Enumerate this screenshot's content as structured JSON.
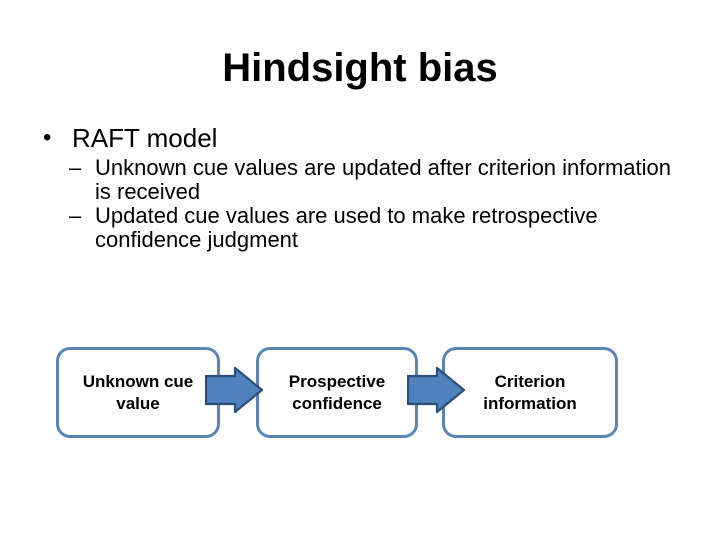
{
  "slide": {
    "title": "Hindsight bias",
    "bullet": {
      "marker": "•",
      "text": "RAFT model"
    },
    "sub_bullets": [
      {
        "marker": "–",
        "lines": [
          "Unknown cue values are updated after criterion information",
          "is received"
        ]
      },
      {
        "marker": "–",
        "lines": [
          "Updated cue values are used to make retrospective",
          "confidence judgment"
        ]
      }
    ],
    "flow": {
      "boxes": [
        {
          "lines": [
            "Unknown cue",
            "value"
          ]
        },
        {
          "lines": [
            "Prospective",
            "confidence"
          ]
        },
        {
          "lines": [
            "Criterion",
            "information"
          ]
        }
      ],
      "arrow_fill": "#4f81bd",
      "arrow_outline": "#2c4d75",
      "box_border_color": "#5b85b5",
      "box_fill": "#ffffff"
    },
    "background": "#ffffff",
    "text_color": "#000000"
  }
}
